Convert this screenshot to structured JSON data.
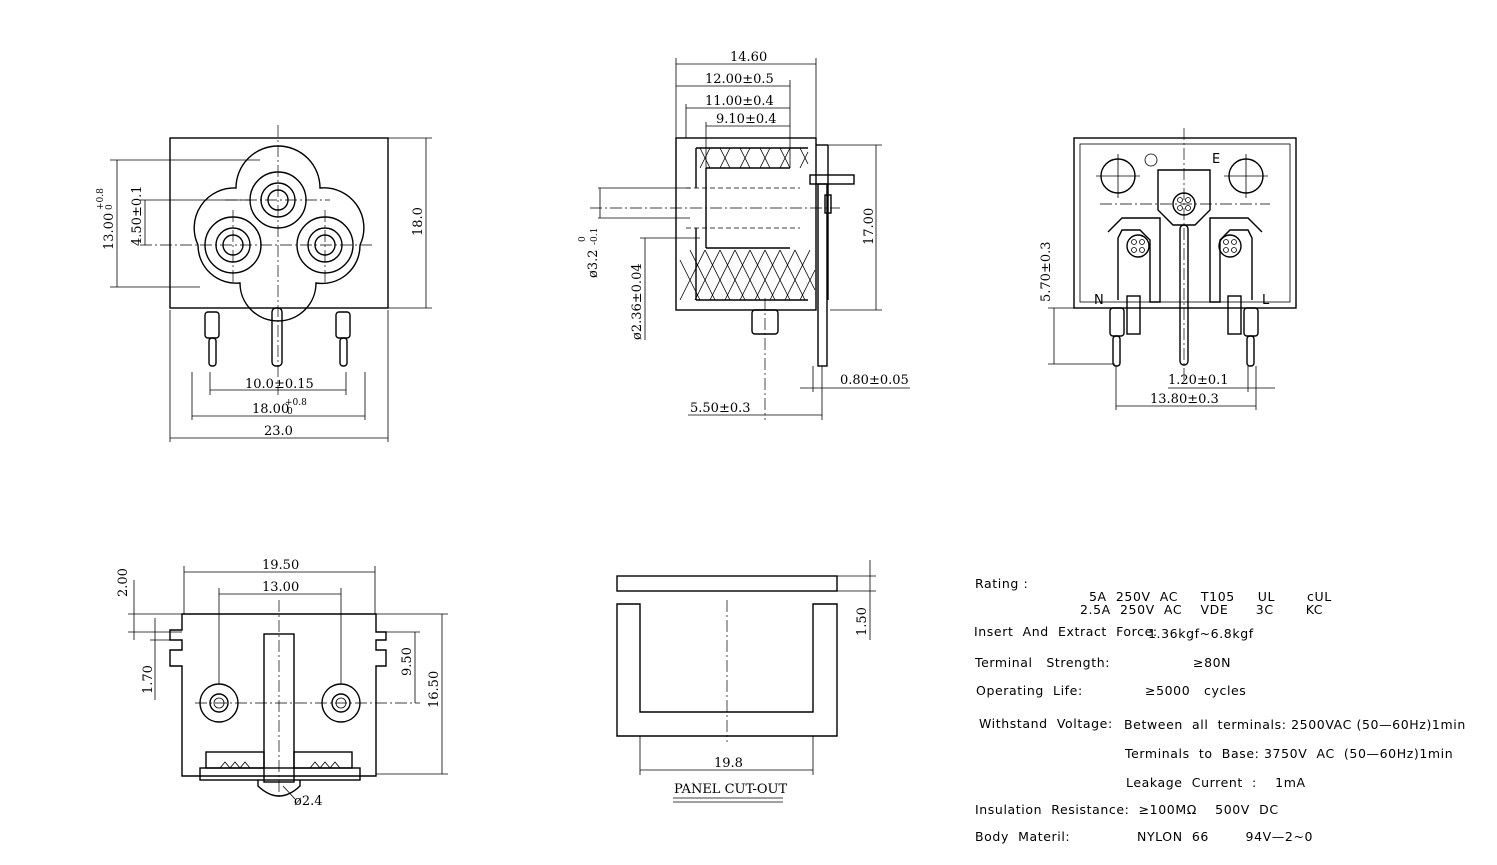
{
  "front_view": {
    "width": "23.0",
    "height": "18.0",
    "pin_span": "18.00",
    "pin_span_tol": "+0.8",
    "pin_span_tol0": "0",
    "pin_pitch": "10.0±0.15",
    "center_offset": "4.50±0.1",
    "socket_height": "13.00",
    "socket_height_tol": "+0.8",
    "socket_height_tol0": "0"
  },
  "side_view": {
    "overall_depth": "14.60",
    "depth_1": "12.00±0.5",
    "depth_2": "11.00±0.4",
    "depth_3": "9.10±0.4",
    "height": "17.00",
    "hole_dia": "ø3.2",
    "hole_dia_tol_top": "0",
    "hole_dia_tol_bot": "-0.1",
    "pin_dia": "ø2.36±0.04",
    "pin_thickness": "0.80±0.05",
    "pin_offset": "5.50±0.3"
  },
  "rear_view": {
    "earth_label": "E",
    "neutral_label": "N",
    "live_label": "L",
    "pin_height": "5.70±0.3",
    "pin_width": "1.20±0.1",
    "pin_span": "13.80±0.3"
  },
  "bottom_view": {
    "width": "19.50",
    "hole_span": "13.00",
    "height": "16.50",
    "hole_height": "9.50",
    "top_step": "2.00",
    "notch": "1.70",
    "hole_dia": "ø2.4"
  },
  "panel_cutout": {
    "title": "PANEL CUT-OUT",
    "width": "19.8",
    "thickness": "1.50"
  },
  "specs": {
    "rating_label": "Rating :",
    "rating_line1": "5A  250V  AC     T105     UL       cUL",
    "rating_line2": "2.5A  250V  AC    VDE      3C       KC",
    "insert_label": "Insert  And  Extract  Force:",
    "insert_value": "1.36kgf~6.8kgf",
    "terminal_label": "Terminal   Strength:",
    "terminal_value": "≥80N",
    "life_label": "Operating  Life:",
    "life_value": "≥5000   cycles",
    "withstand_label": "Withstand  Voltage:",
    "withstand_value1": "Between  all  terminals: 2500VAC (50—60Hz)1min",
    "withstand_value2": "Terminals  to  Base: 3750V  AC  (50—60Hz)1min",
    "leakage": "Leakage  Current  :    1mA",
    "insulation": "Insulation  Resistance:  ≥100MΩ    500V  DC",
    "body_label": "Body  Materil:",
    "body_value": "NYLON  66        94V—2~0"
  }
}
